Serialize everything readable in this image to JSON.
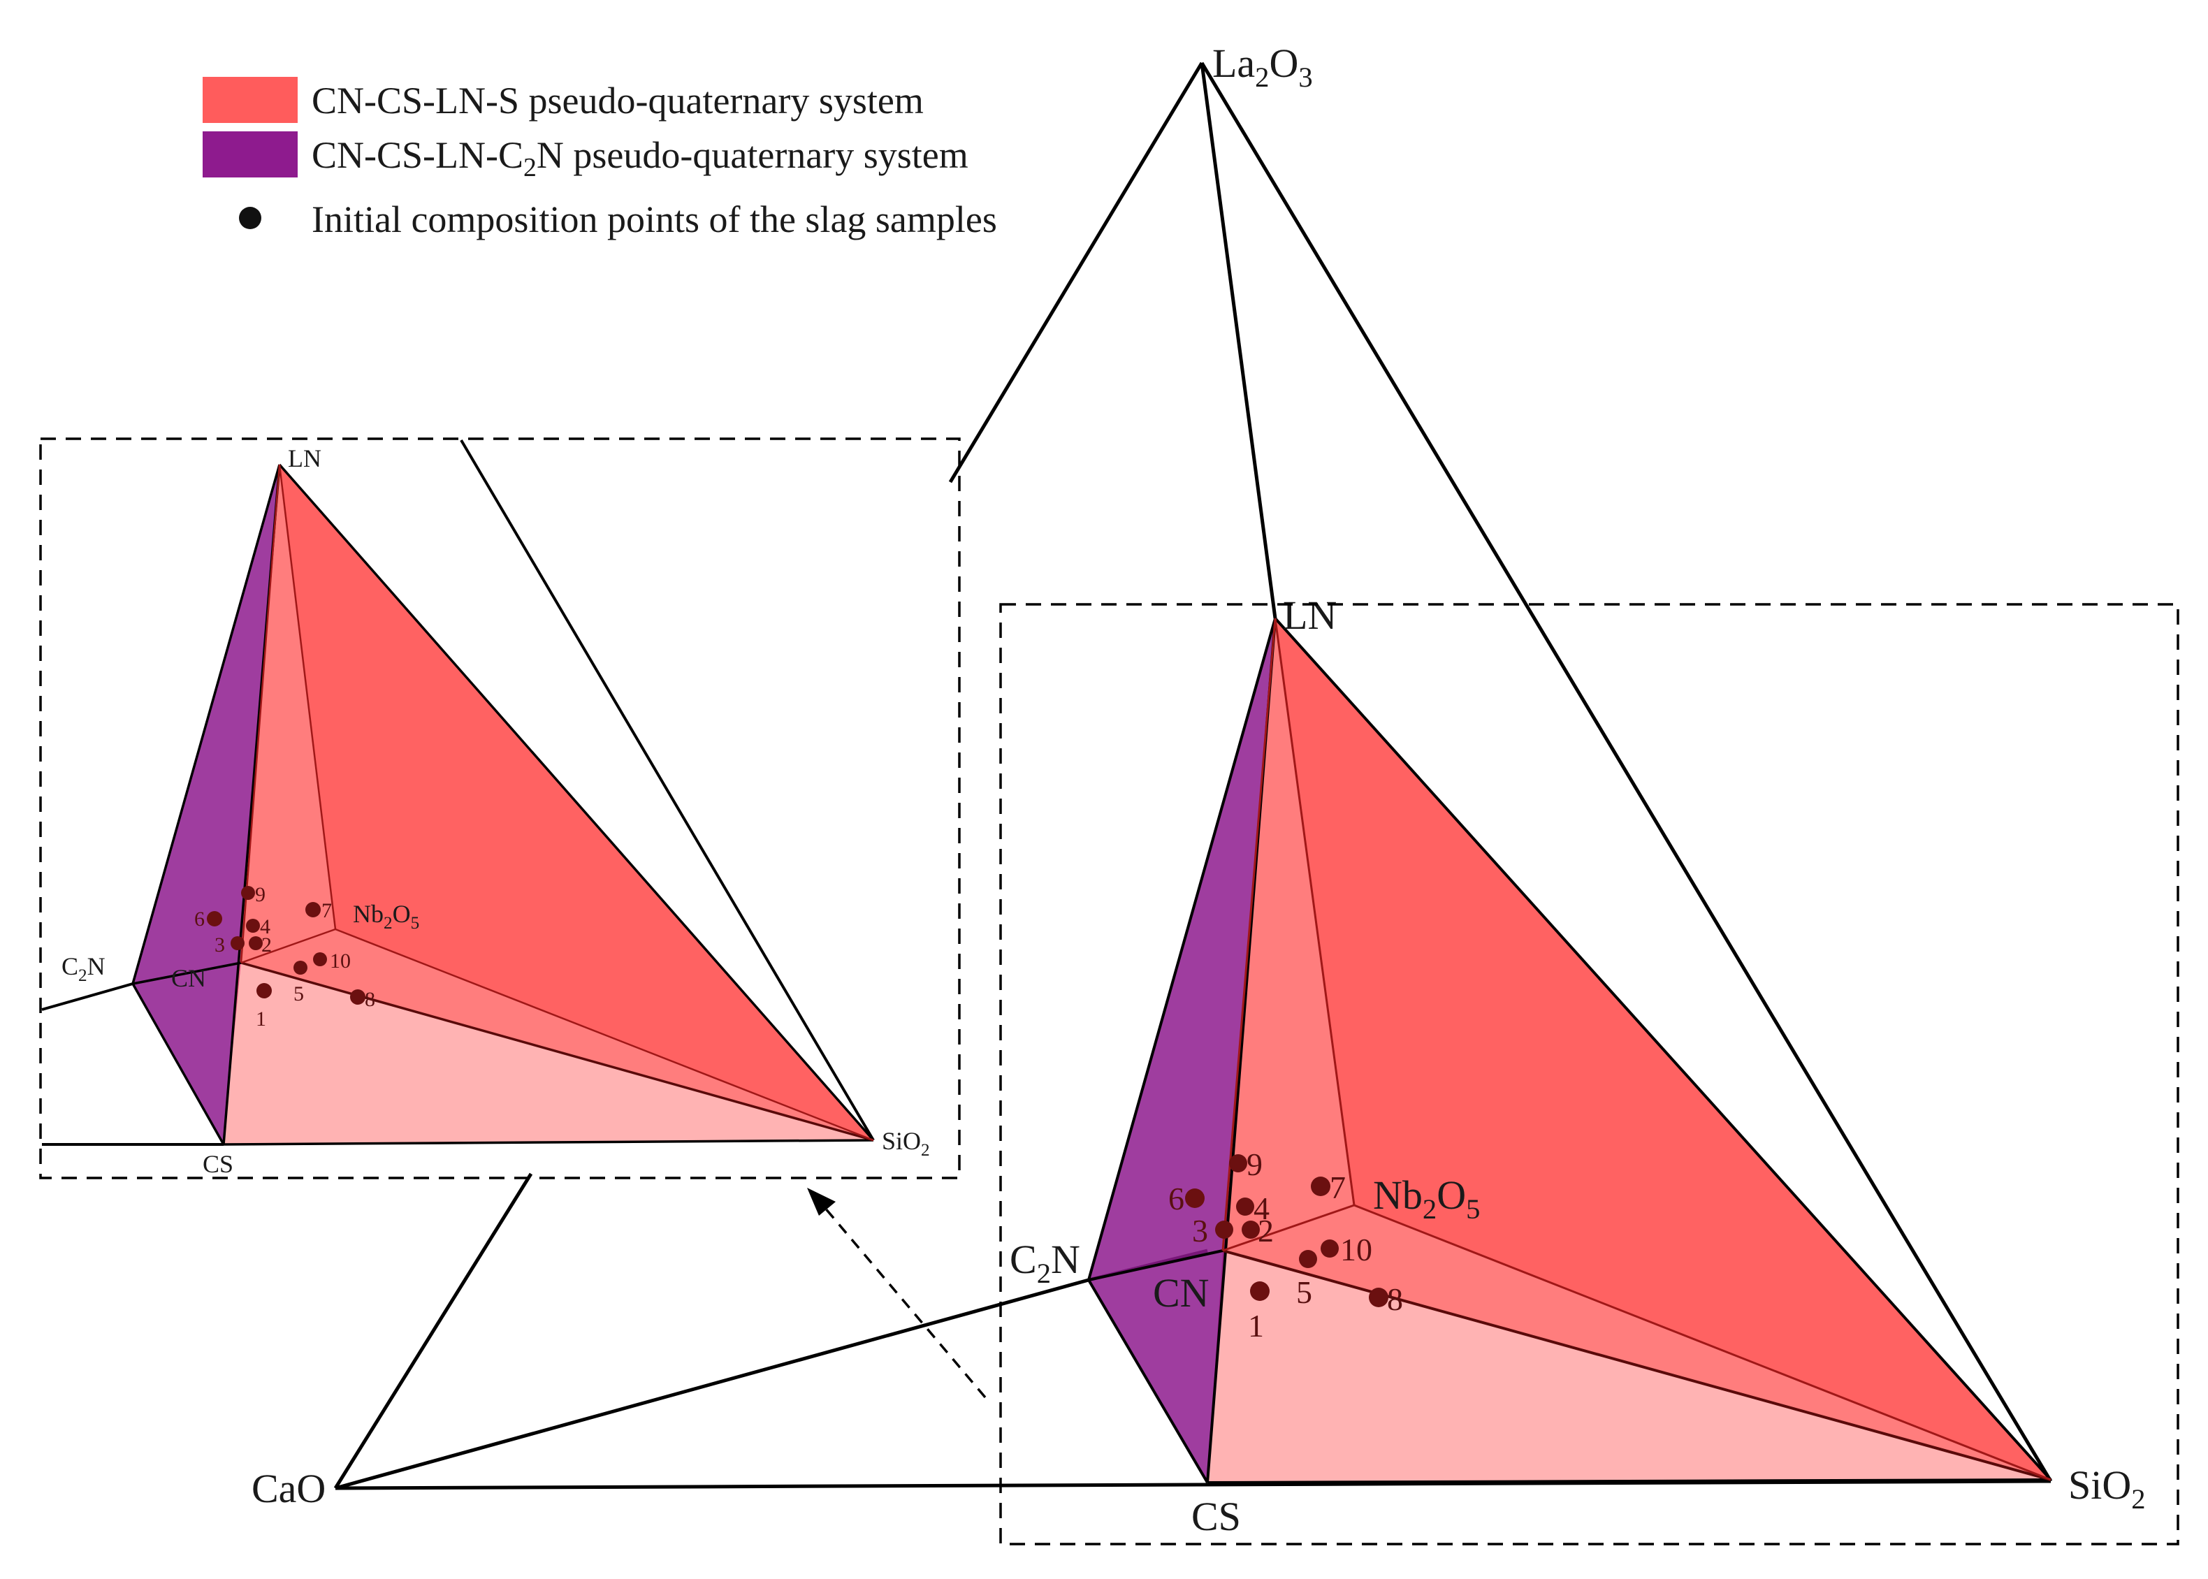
{
  "legend": {
    "items": [
      {
        "label_before": "CN-CS-LN-S pseudo-quaternary system",
        "sub": "",
        "label_after": "",
        "color": "#ff5c5c"
      },
      {
        "label_before": "CN-CS-LN-C",
        "sub": "2",
        "label_after": "N pseudo-quaternary system",
        "color": "#8e1b8e"
      },
      {
        "label_before": "Initial composition points of the slag samples",
        "sub": "",
        "label_after": "",
        "color": "#111111"
      }
    ]
  },
  "vertices": {
    "la2o3": {
      "base": "La",
      "sub1": "2",
      "mid": "O",
      "sub2": "3"
    },
    "cao": {
      "text": "CaO"
    },
    "sio2": {
      "base": "SiO",
      "sub": "2"
    },
    "ln": {
      "text": "LN"
    },
    "cs": {
      "text": "CS"
    },
    "cn": {
      "text": "CN"
    },
    "c2n": {
      "base": "C",
      "sub": "2",
      "after": "N"
    },
    "nb2o5": {
      "base": "Nb",
      "sub1": "2",
      "mid": "O",
      "sub2": "5"
    }
  },
  "sample_points": [
    "1",
    "2",
    "3",
    "4",
    "5",
    "6",
    "7",
    "8",
    "9",
    "10"
  ],
  "colors": {
    "red_face": "#ff5c5c",
    "pink_face": "#ffb3b3",
    "purple_face": "#8e1b8e",
    "magenta_face": "#d63aa8",
    "point": "#6b1010",
    "line": "#000000"
  }
}
